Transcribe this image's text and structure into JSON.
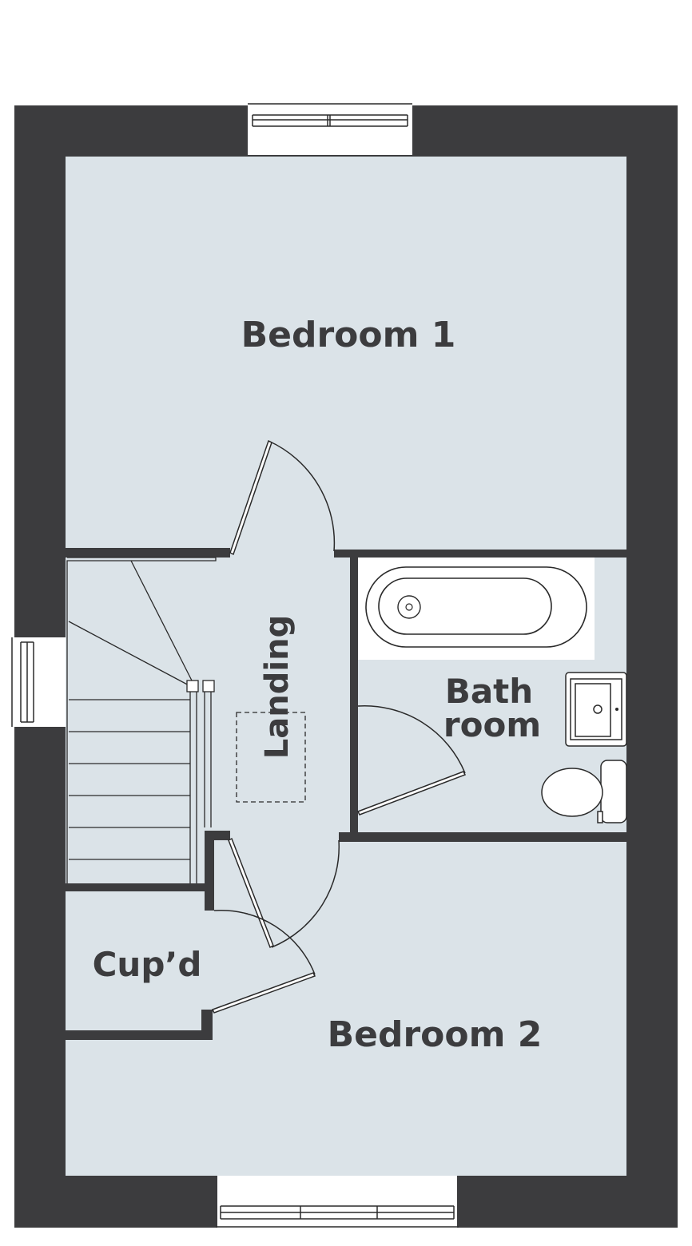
{
  "rooms": {
    "bedroom1": "Bedroom 1",
    "bedroom2": "Bedroom 2",
    "landing": "Landing",
    "bath_line1": "Bath",
    "bath_line2": "room",
    "cupboard": "Cup’d"
  },
  "colors": {
    "wall": "#3c3c3e",
    "floor": "#dbe3e8",
    "fixture": "#ffffff",
    "line": "#2a2a2a"
  }
}
